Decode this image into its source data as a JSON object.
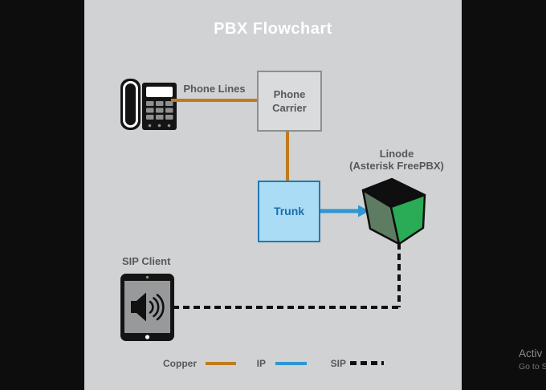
{
  "title": "PBX Flowchart",
  "nodes": {
    "phone": {
      "icon": "desk-phone-icon",
      "label": "Phone Lines"
    },
    "phone_carrier": {
      "line1": "Phone",
      "line2": "Carrier"
    },
    "trunk": {
      "label": "Trunk"
    },
    "linode": {
      "icon": "linode-cube-icon",
      "line1": "Linode",
      "line2": "(Asterisk FreePBX)"
    },
    "sip_client": {
      "icon": "tablet-speaker-icon",
      "label": "SIP Client"
    }
  },
  "connections": [
    {
      "from": "phone",
      "to": "phone_carrier",
      "type": "copper"
    },
    {
      "from": "phone_carrier",
      "to": "trunk",
      "type": "copper"
    },
    {
      "from": "trunk",
      "to": "linode",
      "type": "ip"
    },
    {
      "from": "linode",
      "to": "sip_client",
      "type": "sip"
    }
  ],
  "legend": [
    {
      "label": "Copper",
      "style": "solid",
      "color": "#bf7b1d"
    },
    {
      "label": "IP",
      "style": "solid",
      "color": "#2e96d1"
    },
    {
      "label": "SIP",
      "style": "dashed",
      "color": "#111111"
    }
  ],
  "colors": {
    "background": "#0d0d0d",
    "panel": "#d1d2d4",
    "copper": "#bf7b1d",
    "ip_blue": "#2e96d1",
    "sip_black": "#111111",
    "box_fill": "#dadbdc",
    "box_border": "#8d8e90",
    "trunk_fill": "#aadcf5",
    "trunk_border": "#2178b4",
    "trunk_text": "#1a6dad",
    "label_text": "#57585a",
    "title_text": "#ffffff",
    "cube_green": "#2aab55",
    "cube_dark_face": "#5e7c61",
    "cube_top": "#0f0f0f"
  },
  "watermark": {
    "line1": "Activ",
    "line2": "Go to S"
  }
}
